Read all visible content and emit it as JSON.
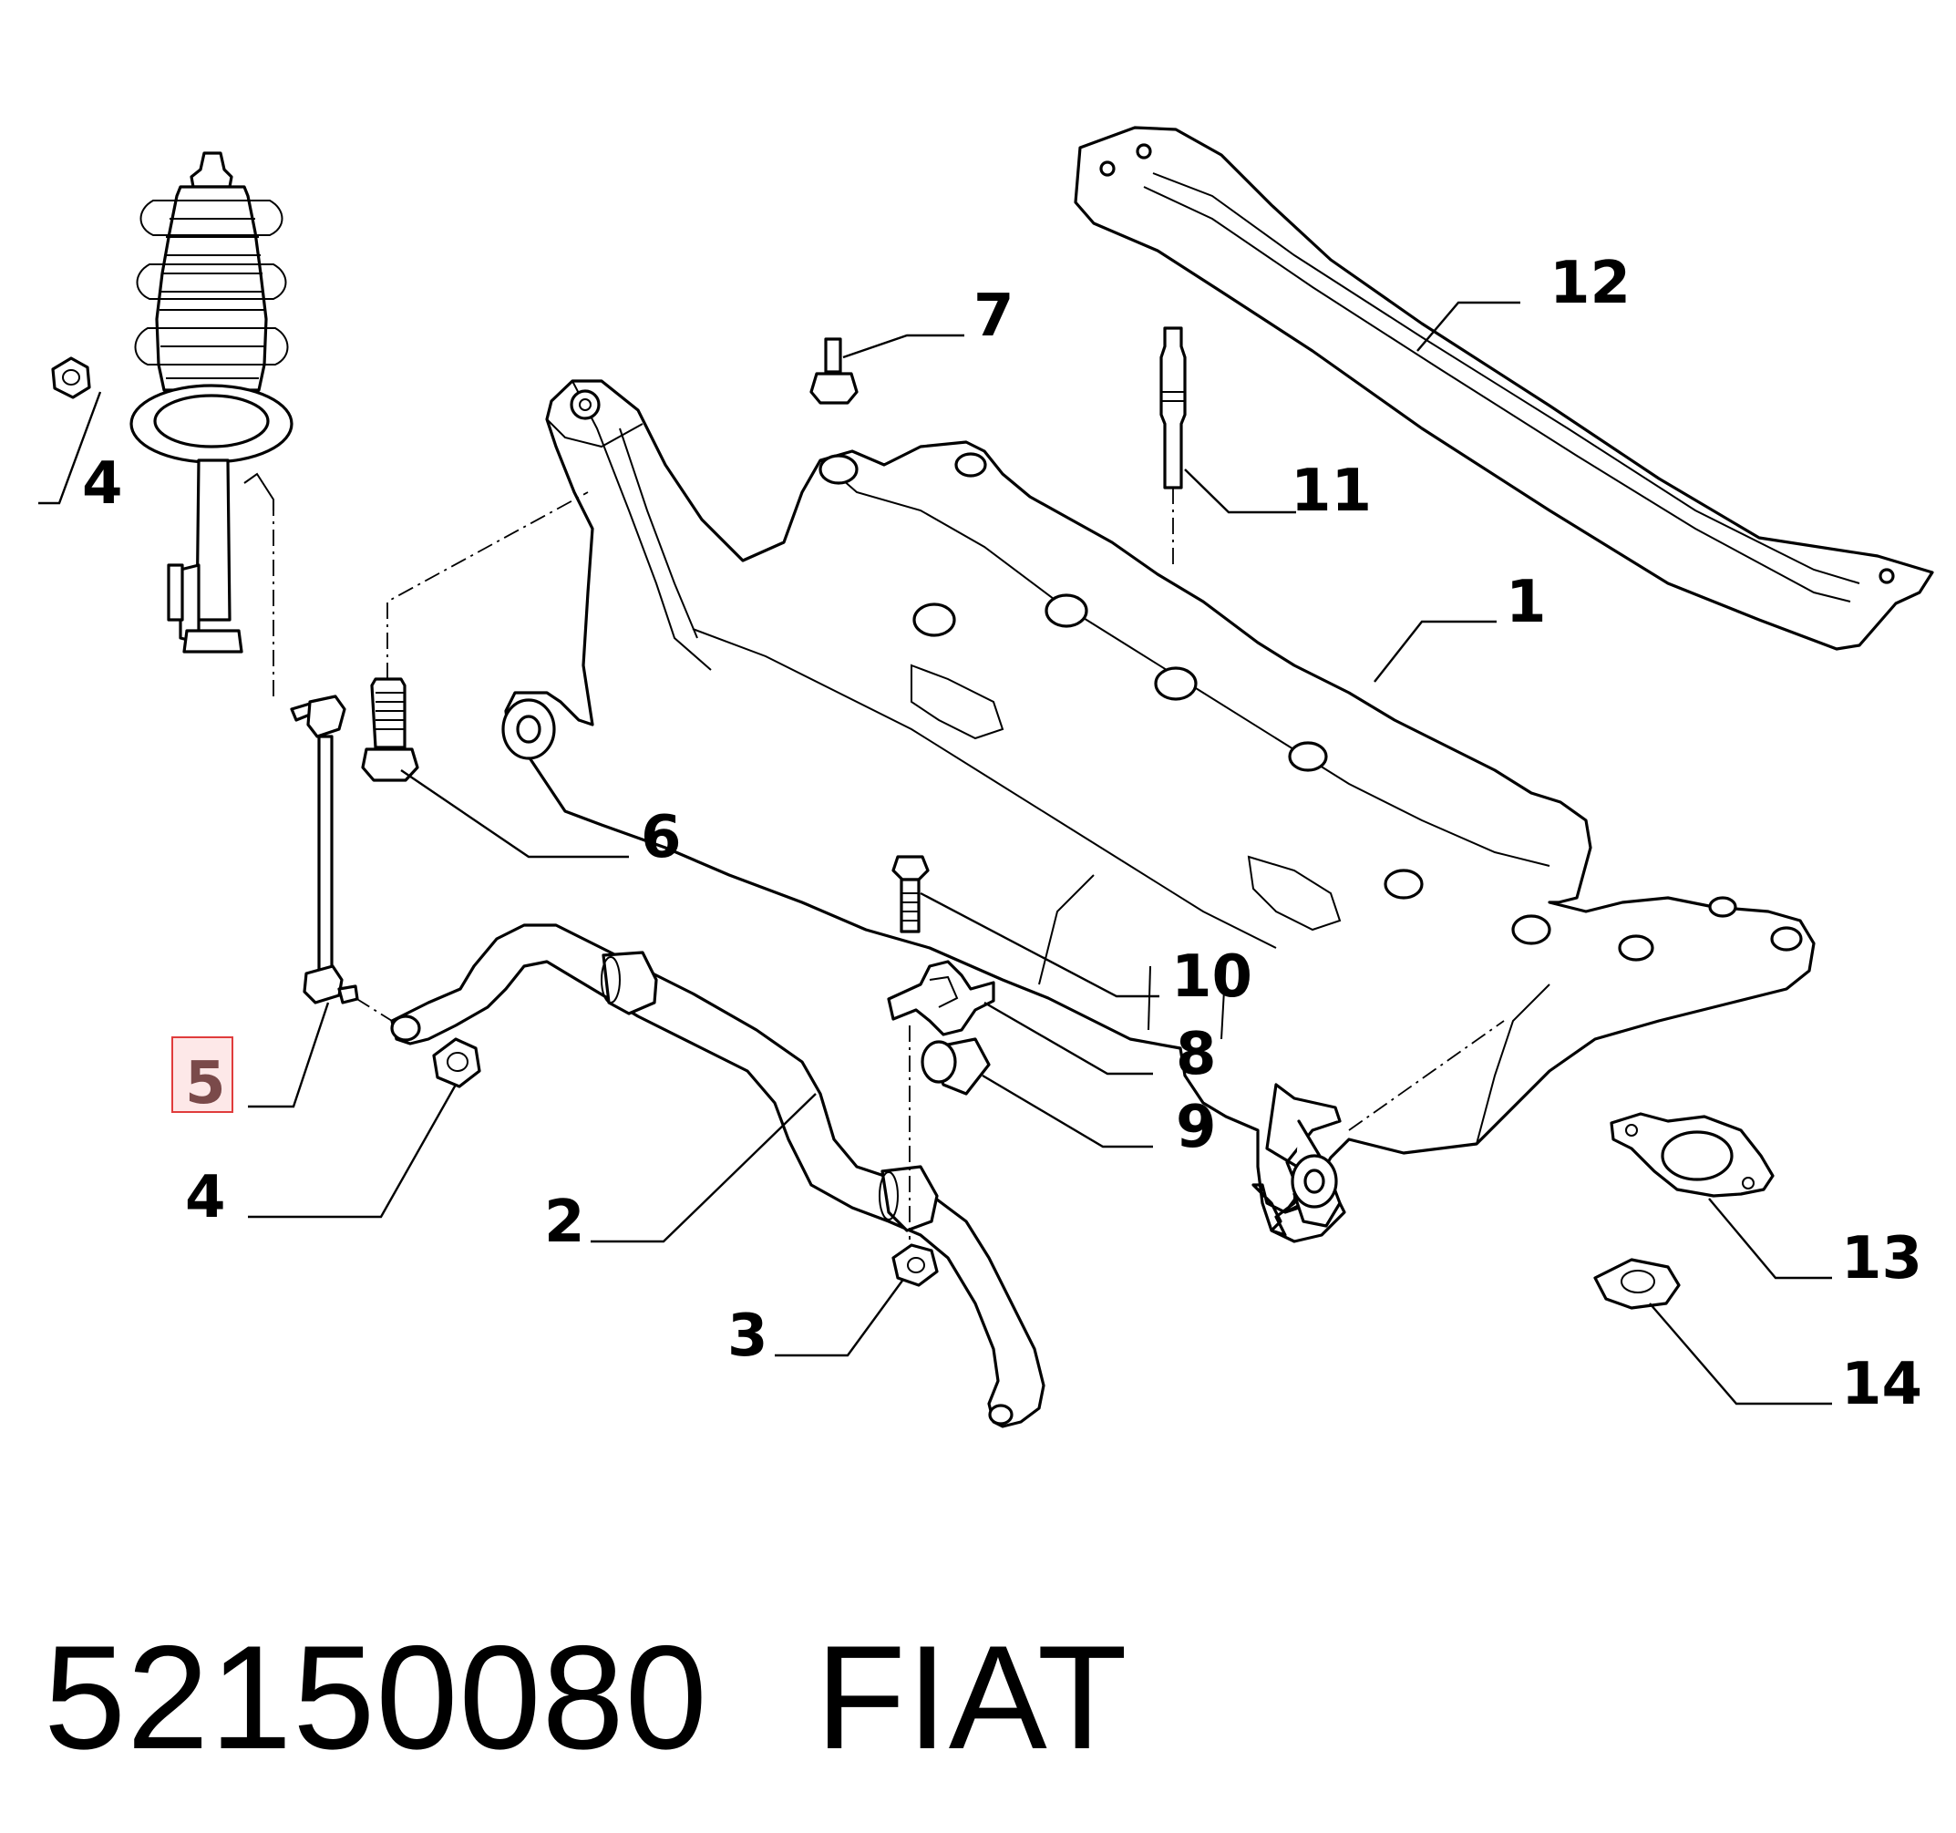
{
  "callouts": {
    "c1": "1",
    "c2": "2",
    "c3": "3",
    "c4a": "4",
    "c4b": "4",
    "c5": "5",
    "c6": "6",
    "c7": "7",
    "c8": "8",
    "c9": "9",
    "c10": "10",
    "c11": "11",
    "c12": "12",
    "c13": "13",
    "c14": "14"
  },
  "highlighted_callout": "5",
  "colors": {
    "highlight_fill": "#fde8e8",
    "highlight_border": "#e03c3c",
    "highlight_text": "#7a4a4a",
    "line": "#000000"
  },
  "footer": {
    "part_number": "52150080",
    "brand": "FIAT"
  }
}
